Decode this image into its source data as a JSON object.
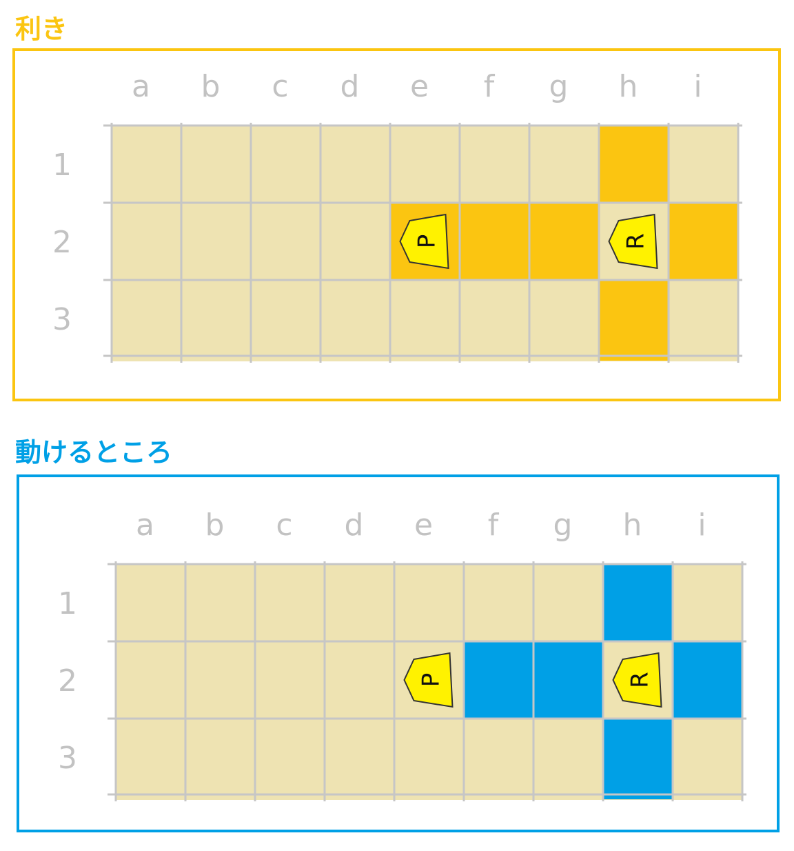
{
  "panels": [
    {
      "title": "利き",
      "accent": "#FBC511",
      "columns": [
        "a",
        "b",
        "c",
        "d",
        "e",
        "f",
        "g",
        "h",
        "i"
      ],
      "rows": [
        "1",
        "2",
        "3"
      ],
      "highlighted": [
        [
          7,
          0
        ],
        [
          4,
          1
        ],
        [
          5,
          1
        ],
        [
          6,
          1
        ],
        [
          8,
          1
        ],
        [
          7,
          2
        ]
      ],
      "pieces": [
        {
          "letter": "P",
          "col": 4,
          "row": 1
        },
        {
          "letter": "R",
          "col": 7,
          "row": 1
        }
      ]
    },
    {
      "title": "動けるところ",
      "accent": "#00A0E6",
      "columns": [
        "a",
        "b",
        "c",
        "d",
        "e",
        "f",
        "g",
        "h",
        "i"
      ],
      "rows": [
        "1",
        "2",
        "3"
      ],
      "highlighted": [
        [
          7,
          0
        ],
        [
          5,
          1
        ],
        [
          6,
          1
        ],
        [
          8,
          1
        ],
        [
          7,
          2
        ]
      ],
      "pieces": [
        {
          "letter": "P",
          "col": 4,
          "row": 1
        },
        {
          "letter": "R",
          "col": 7,
          "row": 1
        }
      ]
    }
  ],
  "colors": {
    "board": "#EEE3B2",
    "grid": "#C6C6C6",
    "label": "#C2C2C2",
    "piece": "#FFF200",
    "pieceOutline": "#333333"
  }
}
